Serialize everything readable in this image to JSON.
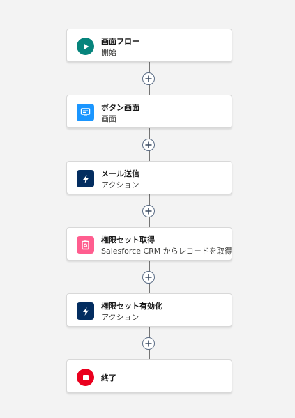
{
  "flow": {
    "nodes": [
      {
        "title": "画面フロー",
        "subtitle": "開始",
        "icon": "play-icon",
        "color": "#06847c"
      },
      {
        "title": "ボタン画面",
        "subtitle": "画面",
        "icon": "screen-icon",
        "color": "#1b96ff"
      },
      {
        "title": "メール送信",
        "subtitle": "アクション",
        "icon": "lightning-icon",
        "color": "#032d60"
      },
      {
        "title": "権限セット取得",
        "subtitle": "Salesforce CRM からレコードを取得",
        "icon": "clipboard-icon",
        "color": "#ff5d8f"
      },
      {
        "title": "権限セット有効化",
        "subtitle": "アクション",
        "icon": "lightning-icon",
        "color": "#032d60"
      },
      {
        "title": "終了",
        "subtitle": "",
        "icon": "stop-icon",
        "color": "#ea001e"
      }
    ],
    "add_buttons": 5
  }
}
